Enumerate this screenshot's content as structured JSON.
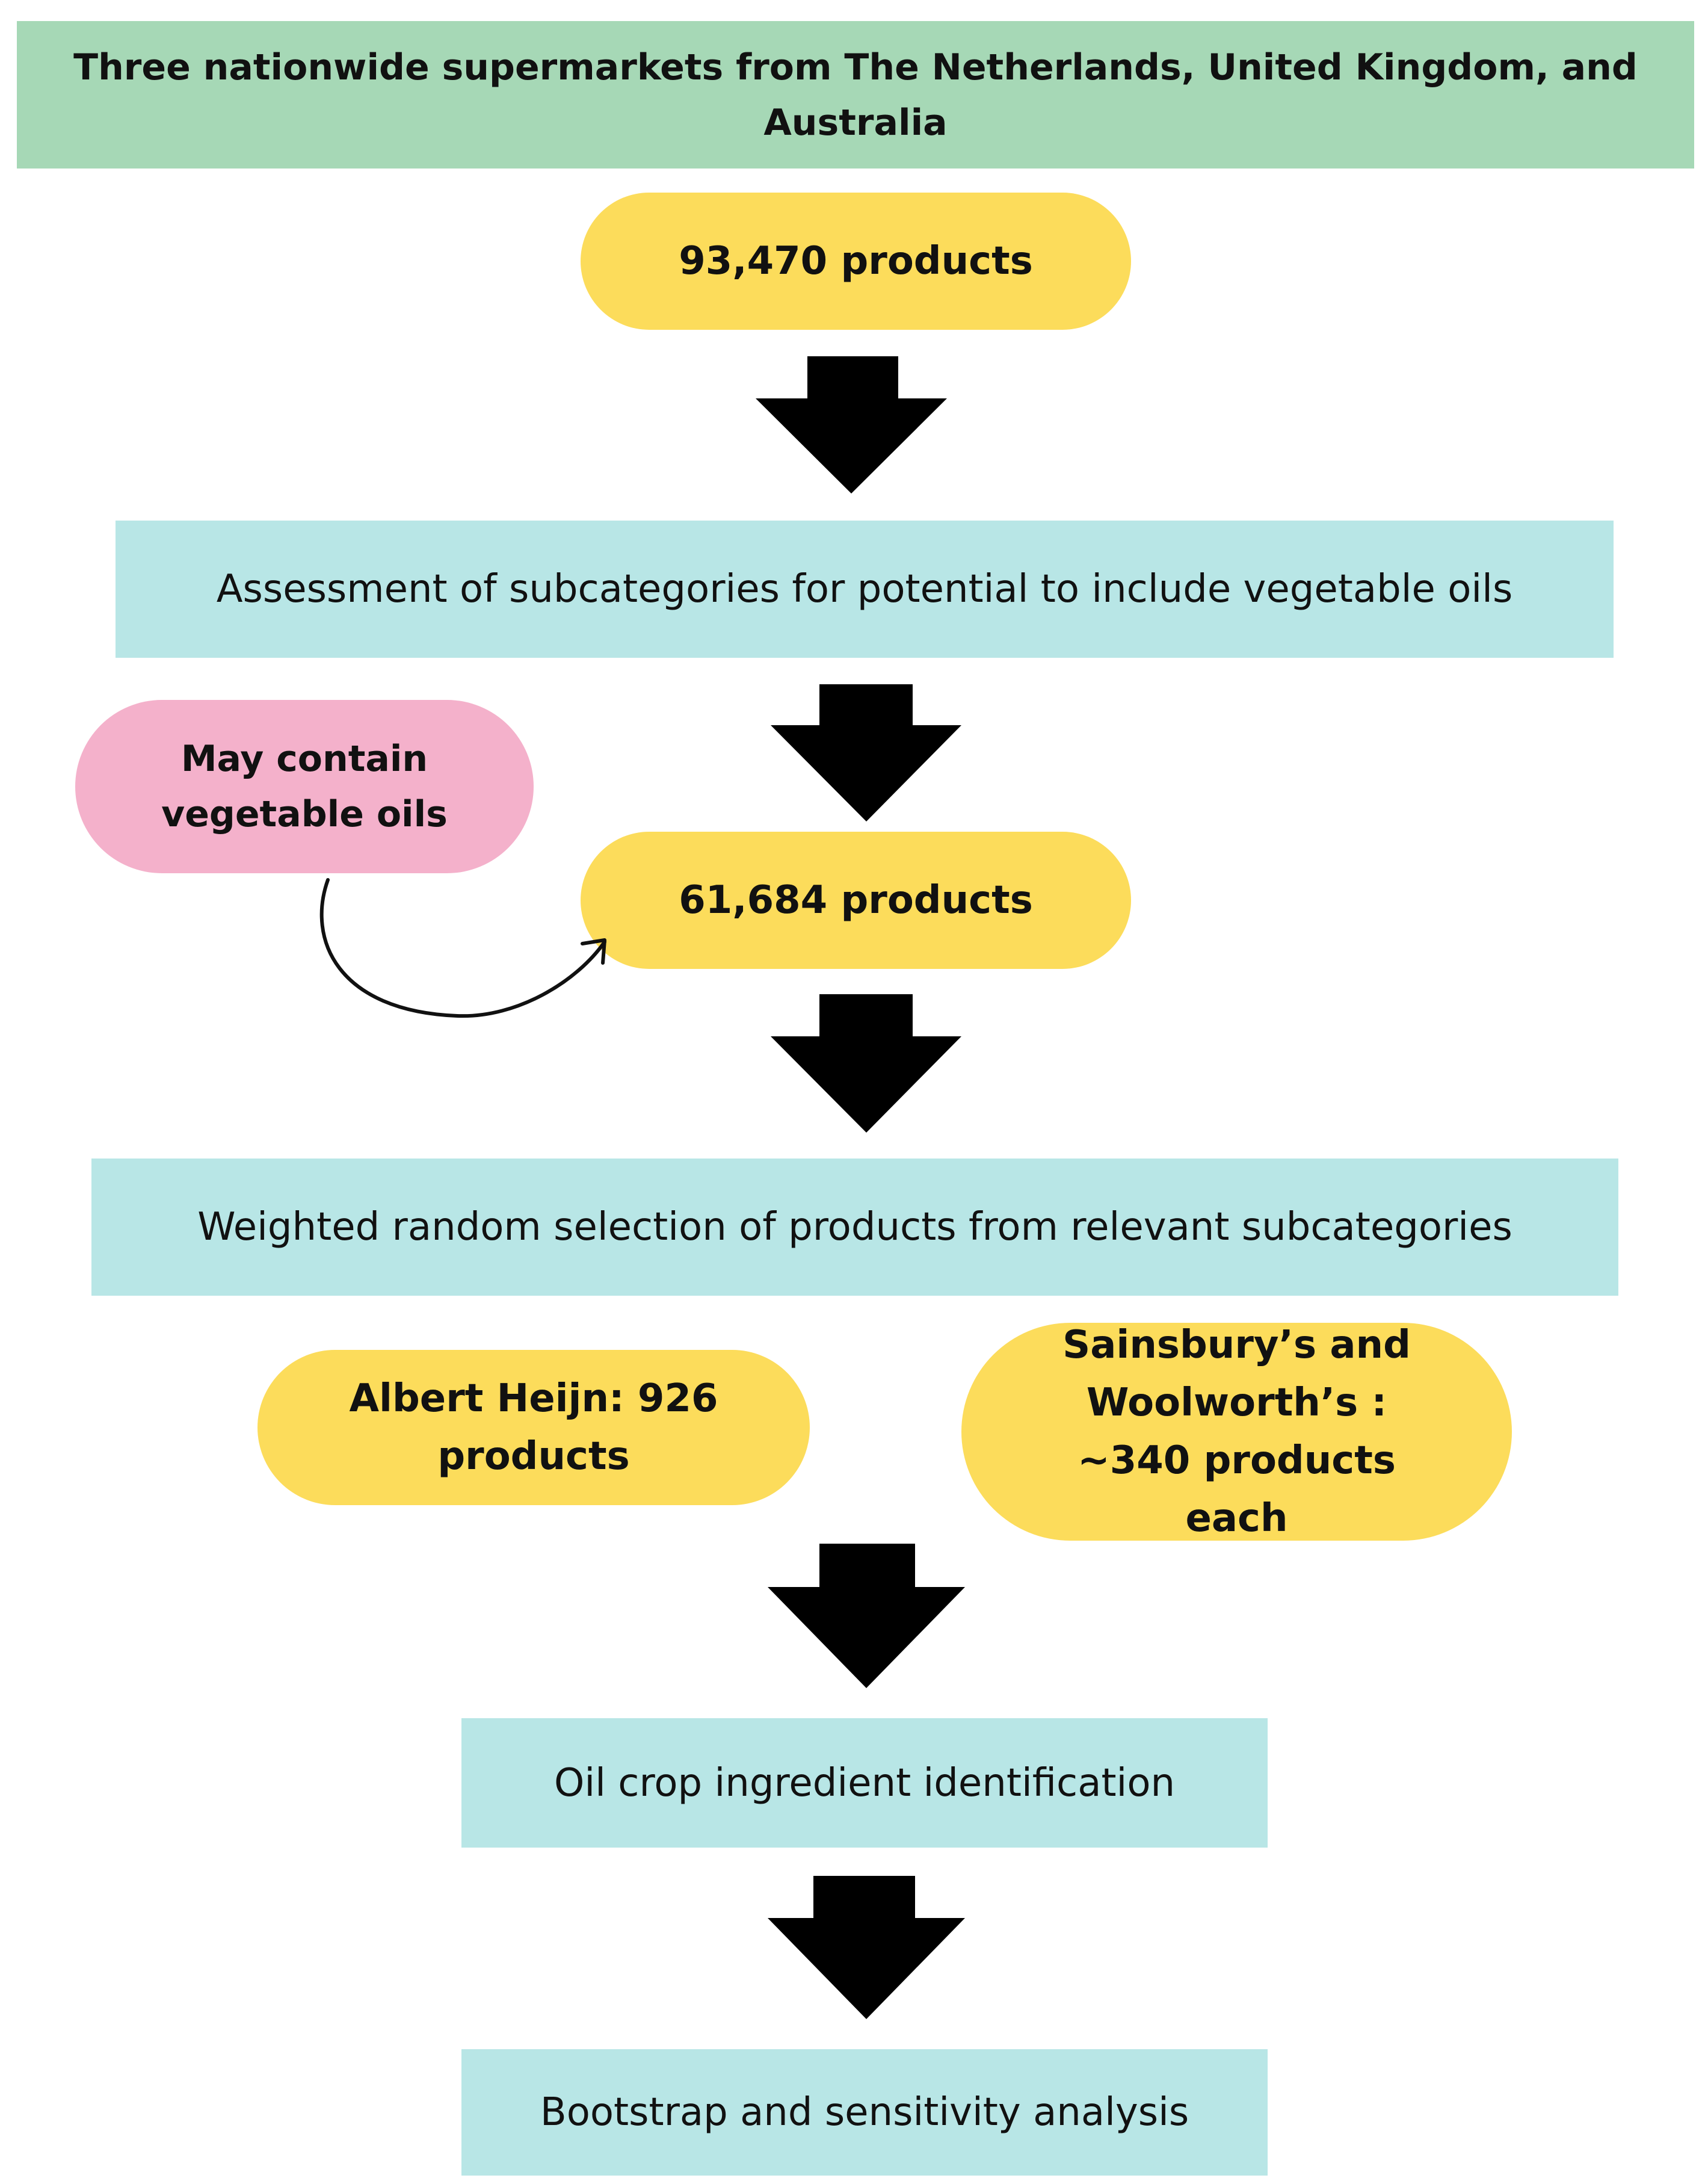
{
  "header": {
    "title": "Three nationwide supermarkets from The Netherlands, United Kingdom, and Australia"
  },
  "nodes": {
    "start_count": "93,470 products",
    "step_assessment": "Assessment of subcategories for potential to include vegetable oils",
    "note_may_contain": "May contain vegetable oils",
    "filtered_count": "61,684 products",
    "step_selection": "Weighted random selection of products from relevant subcategories",
    "albert_heijn": "Albert Heijn: 926 products",
    "sainsbury_woolworth": "Sainsbury’s and Woolworth’s : ~340 products each",
    "step_identification": "Oil crop ingredient identification",
    "step_bootstrap": "Bootstrap and sensitivity analysis"
  },
  "colors": {
    "header": "#a6d8b6",
    "count_pill": "#fcdc5b",
    "note_pill": "#f4b1cb",
    "process_box": "#b8e6e6",
    "arrow": "#000000"
  }
}
